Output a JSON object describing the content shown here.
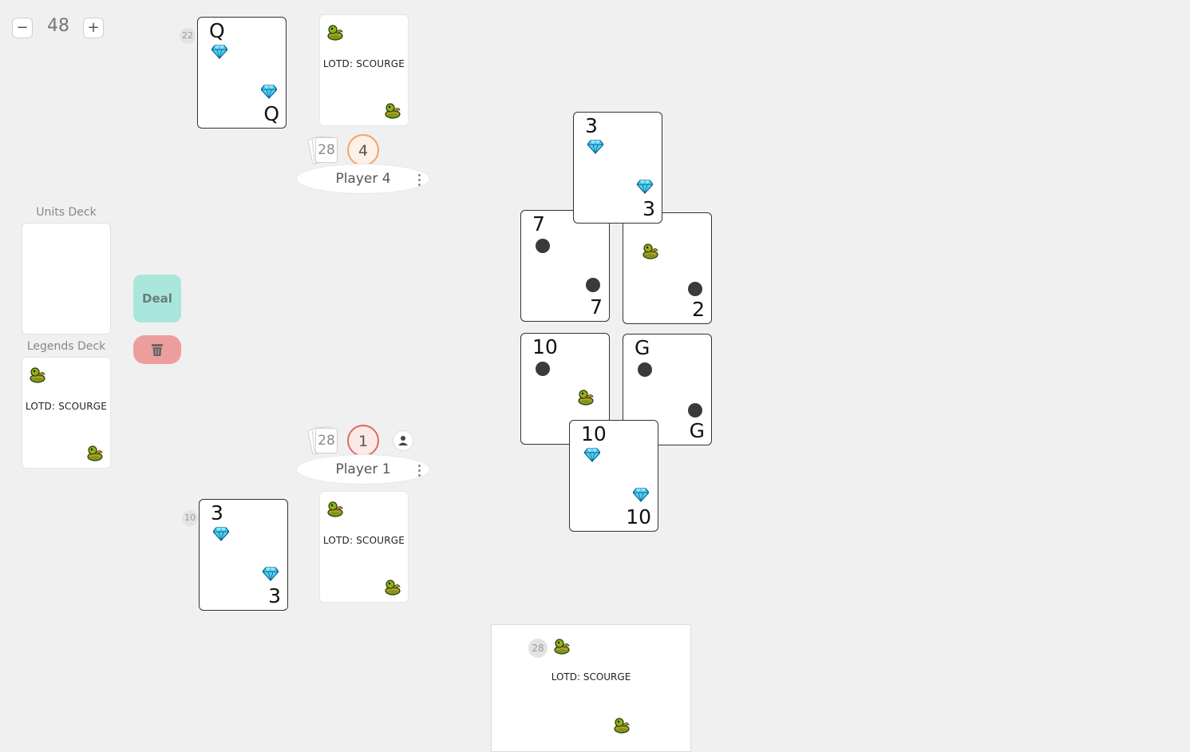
{
  "zoom": {
    "minus_label": "−",
    "plus_label": "+",
    "value": "48"
  },
  "decks": {
    "units_label": "Units Deck",
    "legends_label": "Legends Deck",
    "legend_top_text": "LOTD: SCOURGE"
  },
  "actions": {
    "deal_label": "Deal",
    "trash_icon": "trash-icon"
  },
  "players": [
    {
      "name": "Player 4",
      "seat": "4",
      "deck_count": "28",
      "hand_count": "22",
      "seat_color": "#f2a46b",
      "hand_card": {
        "rank": "Q",
        "suit": "diamond"
      },
      "legend_text": "LOTD: SCOURGE"
    },
    {
      "name": "Player 1",
      "seat": "1",
      "deck_count": "28",
      "hand_count": "10",
      "seat_color": "#e06a5a",
      "hand_card": {
        "rank": "3",
        "suit": "diamond"
      },
      "legend_text": "LOTD: SCOURGE"
    }
  ],
  "table_cards": [
    {
      "rank": "3",
      "suit": "diamond"
    },
    {
      "rank": "7",
      "suit": "dot"
    },
    {
      "rank": "2",
      "suit": "dot"
    },
    {
      "rank": "10",
      "suit": "dot"
    },
    {
      "rank": "G",
      "suit": "dot"
    },
    {
      "rank": "10",
      "suit": "diamond"
    }
  ],
  "bottom_panel": {
    "count": "28",
    "text": "LOTD: SCOURGE"
  },
  "icons": {
    "diamond": "gem-icon",
    "dragon": "dragon-icon",
    "dot": "black-dot-icon",
    "user": "user-icon",
    "menu": "kebab-menu-icon"
  }
}
